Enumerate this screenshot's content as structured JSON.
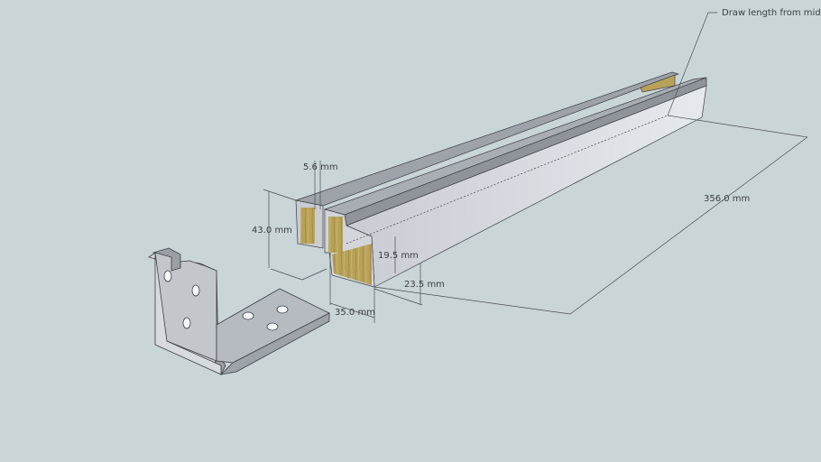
{
  "annotations": {
    "note": "Draw length from middle",
    "length": "356.0 mm",
    "height_total": "43.0 mm",
    "wall_thickness": "5.6 mm",
    "inner_height": "19.5 mm",
    "lower_height": "23.5 mm",
    "width": "35.0 mm"
  },
  "colors": {
    "background": "#cad5d8",
    "aluminium": "#b9bec4",
    "wood": "#b8a25a",
    "edge": "#3c3f44"
  }
}
